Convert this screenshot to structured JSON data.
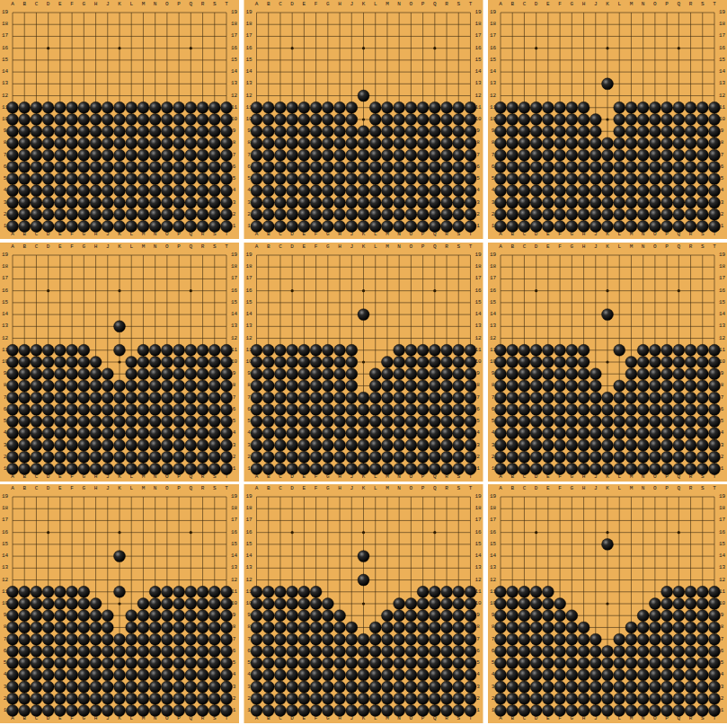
{
  "diagram": {
    "labels": [
      "A",
      "B",
      "C",
      "D",
      "E",
      "F",
      "G",
      "H",
      "J",
      "K",
      "L",
      "M",
      "N",
      "O",
      "P",
      "Q",
      "R",
      "S",
      "T",
      "A",
      "B",
      "C",
      "D",
      "E",
      "F",
      "G",
      "H",
      "J",
      "K",
      "L",
      "M",
      "N",
      "O",
      "P",
      "Q",
      "R",
      "S",
      "T",
      "19",
      "18",
      "17",
      "16",
      "15",
      "14",
      "13",
      "12",
      "11",
      "10",
      "9",
      "8",
      "7",
      "6",
      "5",
      "4",
      "3",
      "2",
      "1",
      "19",
      "18",
      "17",
      "16",
      "15",
      "14",
      "13",
      "12",
      "11",
      "10",
      "9",
      "8",
      "7",
      "6",
      "5",
      "4",
      "3",
      "2",
      "1",
      "A",
      "B",
      "C",
      "D",
      "E",
      "F",
      "G",
      "H",
      "J",
      "K",
      "L",
      "M",
      "N",
      "O",
      "P",
      "Q",
      "R",
      "S",
      "T",
      "A",
      "B",
      "C",
      "D",
      "E",
      "F",
      "G",
      "H",
      "J",
      "K",
      "L",
      "M",
      "N",
      "O",
      "P",
      "Q",
      "R",
      "S",
      "T",
      "19",
      "18",
      "17",
      "16",
      "15",
      "14",
      "13",
      "12",
      "11",
      "10",
      "9",
      "8",
      "7",
      "6",
      "5",
      "4",
      "3",
      "2",
      "1",
      "19",
      "18",
      "17",
      "16",
      "15",
      "14",
      "13",
      "12",
      "11",
      "10",
      "9",
      "8",
      "7",
      "6",
      "5",
      "4",
      "3",
      "2",
      "1",
      "A",
      "B",
      "C",
      "D",
      "E",
      "F",
      "G",
      "H",
      "J",
      "K",
      "L",
      "M",
      "N",
      "O",
      "P",
      "Q",
      "R",
      "S",
      "T",
      "A",
      "B",
      "C",
      "D",
      "E",
      "F",
      "G",
      "H",
      "J",
      "K",
      "L",
      "M",
      "N",
      "O",
      "P",
      "Q",
      "R",
      "S",
      "T",
      "19",
      "18",
      "17",
      "16",
      "15",
      "14",
      "13",
      "12",
      "11",
      "10",
      "9",
      "8",
      "7",
      "6",
      "5",
      "4",
      "3",
      "2",
      "1",
      "19",
      "18",
      "17",
      "16",
      "15",
      "14",
      "13",
      "12",
      "11",
      "10",
      "9",
      "8",
      "7",
      "6",
      "5",
      "4",
      "3",
      "2",
      "1",
      "A",
      "B",
      "C",
      "D",
      "E",
      "F",
      "G",
      "H",
      "J",
      "K",
      "L",
      "M",
      "N",
      "O",
      "P",
      "Q",
      "R",
      "S",
      "T",
      "A",
      "B",
      "C",
      "D",
      "E",
      "F",
      "G",
      "H",
      "J",
      "K",
      "L",
      "M",
      "N",
      "O",
      "P",
      "Q",
      "R",
      "S",
      "T",
      "19",
      "18",
      "17",
      "16",
      "15",
      "14",
      "13",
      "12",
      "11",
      "10",
      "9",
      "8",
      "7",
      "6",
      "5",
      "4",
      "3",
      "2",
      "1",
      "19",
      "18",
      "17",
      "16",
      "15",
      "14",
      "13",
      "12",
      "11",
      "10",
      "9",
      "8",
      "7",
      "6",
      "5",
      "4",
      "3",
      "2",
      "1",
      "A",
      "B",
      "C",
      "D",
      "E",
      "F",
      "G",
      "H",
      "J",
      "K",
      "L",
      "M",
      "N",
      "O",
      "P",
      "Q",
      "R",
      "S",
      "T",
      "A",
      "B",
      "C",
      "D",
      "E",
      "F",
      "G",
      "H",
      "J",
      "K",
      "L",
      "M",
      "N",
      "O",
      "P",
      "Q",
      "R",
      "S",
      "T",
      "19",
      "18",
      "17",
      "16",
      "15",
      "14",
      "13",
      "12",
      "11",
      "10",
      "9",
      "8",
      "7",
      "6",
      "5",
      "4",
      "3",
      "2",
      "1",
      "19",
      "18",
      "17",
      "16",
      "15",
      "14",
      "13",
      "12",
      "11",
      "10",
      "9",
      "8",
      "7",
      "6",
      "5",
      "4",
      "3",
      "2",
      "1",
      "A",
      "B",
      "C",
      "D",
      "E",
      "F",
      "G",
      "H",
      "J",
      "K",
      "L",
      "M",
      "N",
      "O",
      "P",
      "Q",
      "R",
      "S",
      "T",
      "A",
      "B",
      "C",
      "D",
      "E",
      "F",
      "G",
      "H",
      "J",
      "K",
      "L",
      "M",
      "N",
      "O",
      "P",
      "Q",
      "R",
      "S",
      "T",
      "19",
      "18",
      "17",
      "16",
      "15",
      "14",
      "13",
      "12",
      "11",
      "10",
      "9",
      "8",
      "7",
      "6",
      "5",
      "4",
      "3",
      "2",
      "1",
      "19",
      "18",
      "17",
      "16",
      "15",
      "14",
      "13",
      "12",
      "11",
      "10",
      "9",
      "8",
      "7",
      "6",
      "5",
      "4",
      "3",
      "2",
      "1",
      "A",
      "B",
      "C",
      "D",
      "E",
      "F",
      "G",
      "H",
      "J",
      "K",
      "L",
      "M",
      "N",
      "O",
      "P",
      "Q",
      "R",
      "S",
      "T",
      "A",
      "B",
      "C",
      "D",
      "E",
      "F",
      "G",
      "H",
      "J",
      "K",
      "L",
      "M",
      "N",
      "O",
      "P",
      "Q",
      "R",
      "S",
      "T",
      "19",
      "18",
      "17",
      "16",
      "15",
      "14",
      "13",
      "12",
      "11",
      "10",
      "9",
      "8",
      "7",
      "6",
      "5",
      "4",
      "3",
      "2",
      "1",
      "19",
      "18",
      "17",
      "16",
      "15",
      "14",
      "13",
      "12",
      "11",
      "10",
      "9",
      "8",
      "7",
      "6",
      "5",
      "4",
      "3",
      "2",
      "1",
      "A",
      "B",
      "C",
      "D",
      "E",
      "F",
      "G",
      "H",
      "J",
      "K",
      "L",
      "M",
      "N",
      "O",
      "P",
      "Q",
      "R",
      "S",
      "T",
      "A",
      "B",
      "C",
      "D",
      "E",
      "F",
      "G",
      "H",
      "J",
      "K",
      "L",
      "M",
      "N",
      "O",
      "P",
      "Q",
      "R",
      "S",
      "T",
      "19",
      "18",
      "17",
      "16",
      "15",
      "14",
      "13",
      "12",
      "11",
      "10",
      "9",
      "8",
      "7",
      "6",
      "5",
      "4",
      "3",
      "2",
      "1",
      "19",
      "18",
      "17",
      "16",
      "15",
      "14",
      "13",
      "12",
      "11",
      "10",
      "9",
      "8",
      "7",
      "6",
      "5",
      "4",
      "3",
      "2",
      "1",
      "A",
      "B",
      "C",
      "D",
      "E",
      "F",
      "G",
      "H",
      "J",
      "K",
      "L",
      "M",
      "N",
      "O",
      "P",
      "Q",
      "R",
      "S",
      "T",
      "A",
      "B",
      "C",
      "D",
      "E",
      "F",
      "G",
      "H",
      "J",
      "K",
      "L",
      "M",
      "N",
      "O",
      "P",
      "Q",
      "R",
      "S",
      "T",
      "19",
      "18",
      "17",
      "16",
      "15",
      "14",
      "13",
      "12",
      "11",
      "10",
      "9",
      "8",
      "7",
      "6",
      "5",
      "4",
      "3",
      "2",
      "1",
      "19",
      "18",
      "17",
      "16",
      "15",
      "14",
      "13",
      "12",
      "11",
      "10",
      "9",
      "8",
      "7",
      "6",
      "5",
      "4",
      "3",
      "2",
      "1"
    ]
  }
}
